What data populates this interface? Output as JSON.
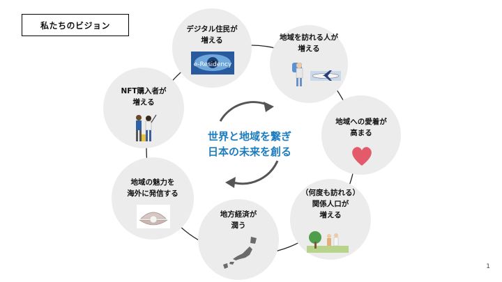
{
  "title": "私たちのビジョン",
  "center": {
    "line1": "世界と地域を繋ぎ",
    "line2": "日本の未来を創る",
    "color": "#1e7dbf"
  },
  "nodes": [
    {
      "id": "digital-residents",
      "label": "デジタル住民が\n増える",
      "image": "e-residency-eye-image",
      "image_text": "e-Residency"
    },
    {
      "id": "visitors",
      "label": "地域を訪れる人が\n増える",
      "image": "traveler-airplane-image"
    },
    {
      "id": "attachment",
      "label": "地域への愛着が\n高まる",
      "image": "heart-icon",
      "heart_color": "#e35b6b"
    },
    {
      "id": "related-population",
      "label": "（何度も訪れる）\n関係人口が\n増える",
      "image": "people-field-image"
    },
    {
      "id": "local-economy",
      "label": "地方経済が\n潤う",
      "image": "japan-map-image"
    },
    {
      "id": "appeal",
      "label": "地域の魅力を\n海外に発信する",
      "image": "pearl-shell-image"
    },
    {
      "id": "nft-buyers",
      "label": "NFT購入者が\n増える",
      "image": "travelers-selfie-image"
    }
  ],
  "page_number": "1"
}
